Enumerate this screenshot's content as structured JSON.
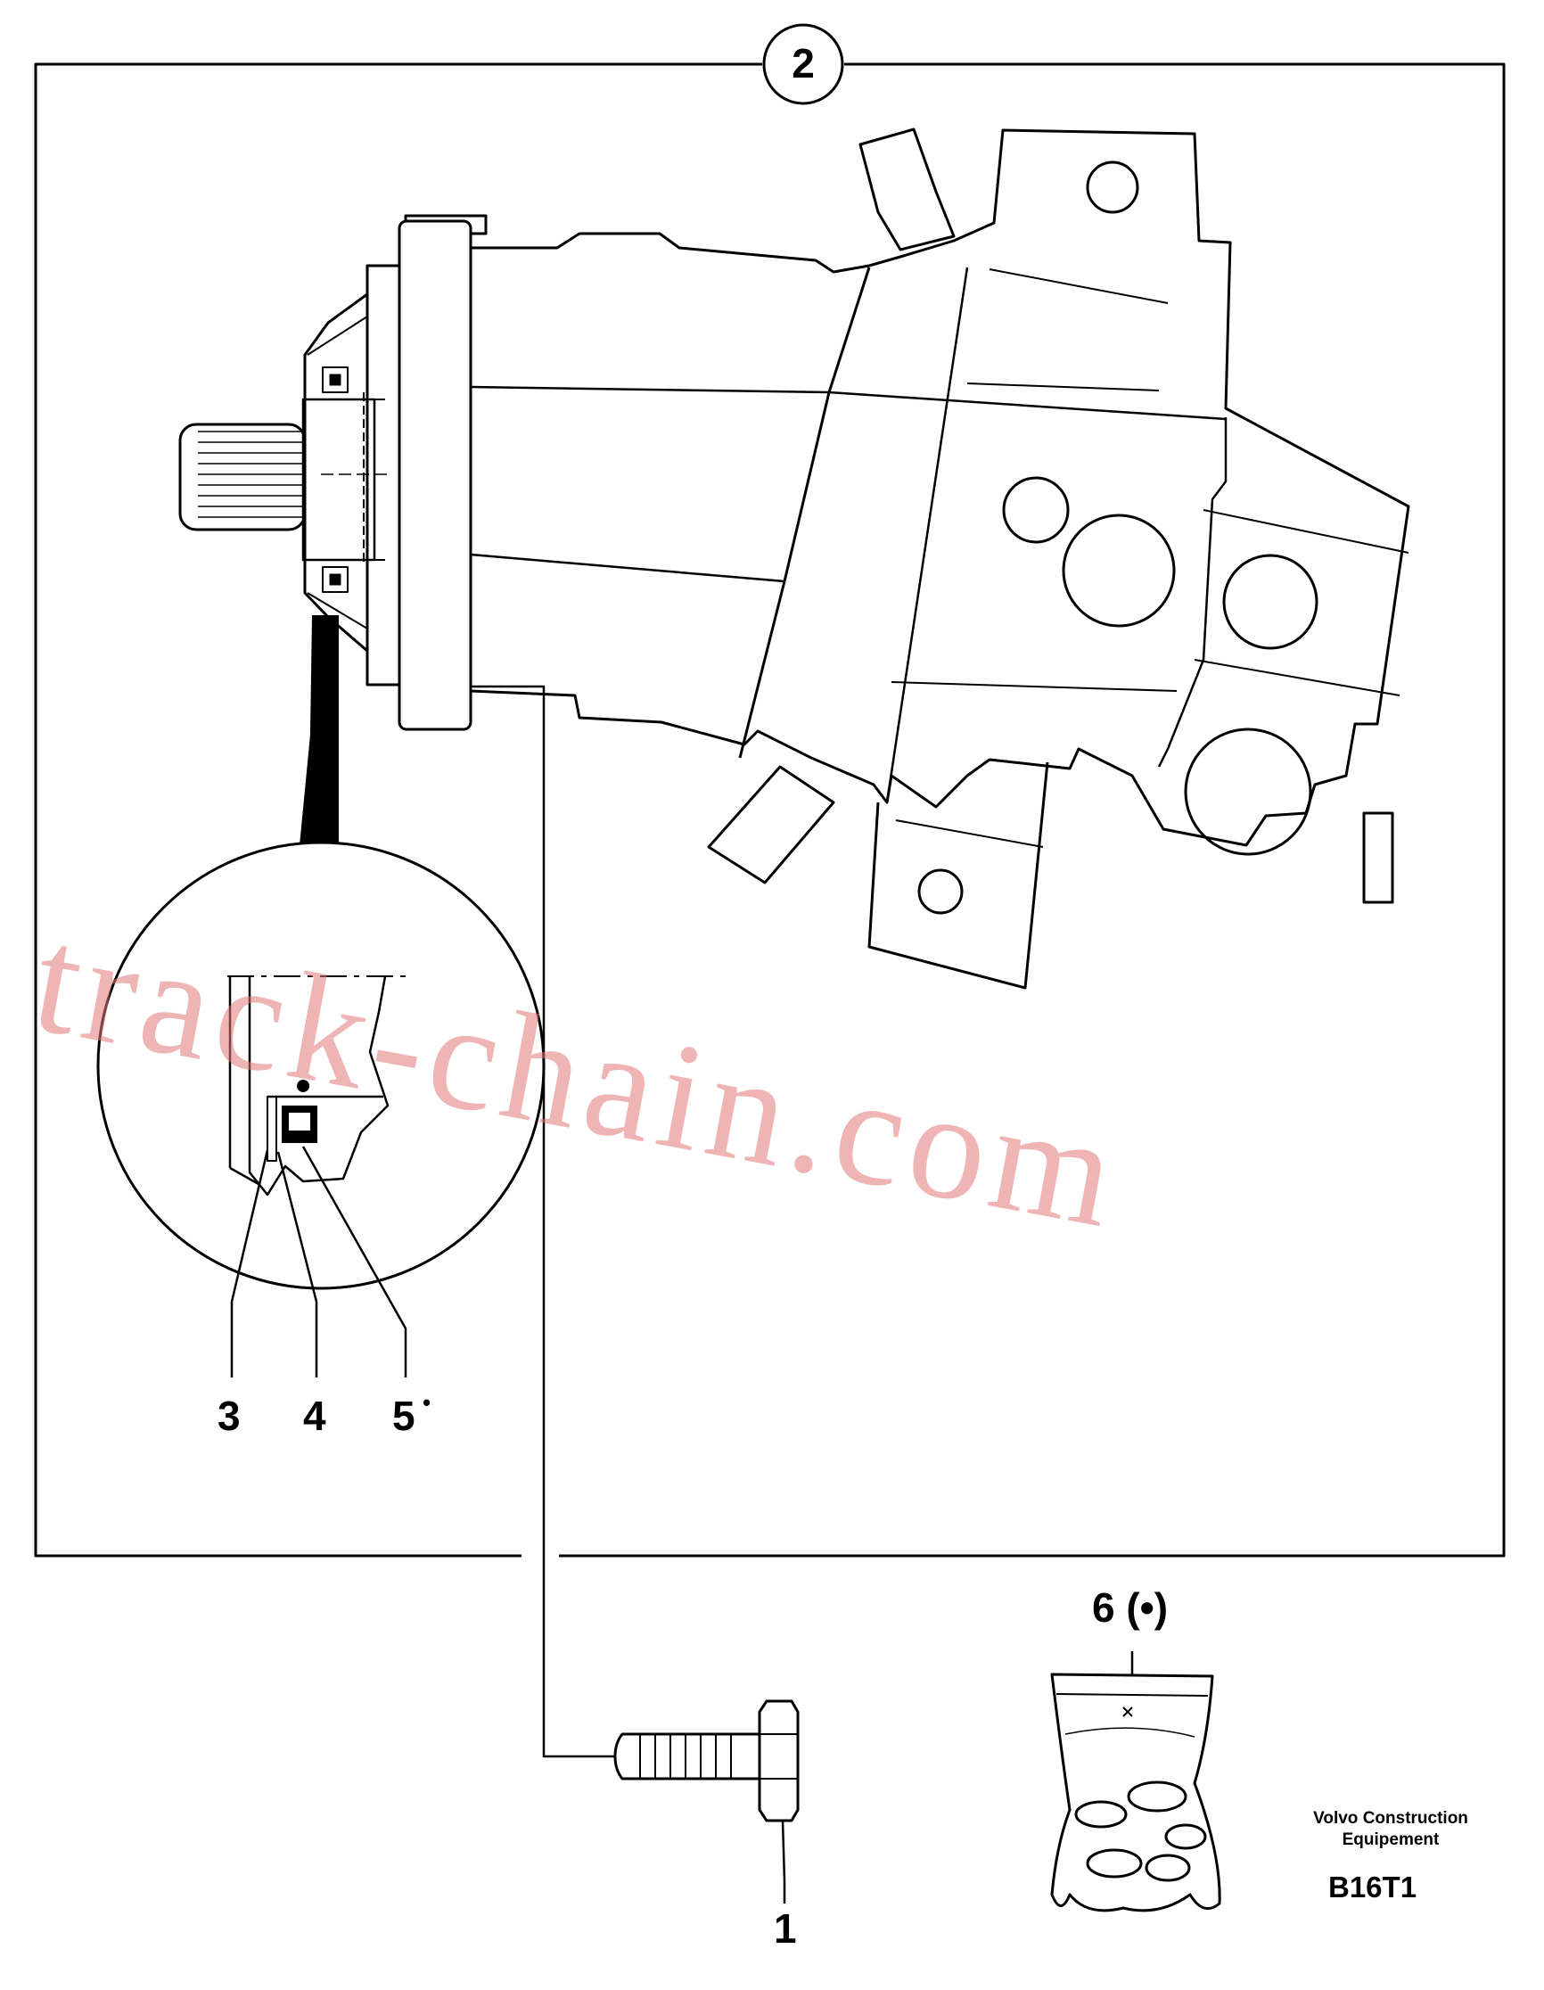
{
  "callouts": {
    "detail_group": "2",
    "item_1": "1",
    "item_3": "3",
    "item_4": "4",
    "item_5": "5",
    "item_5_mark": "•",
    "item_6": "6 (•)"
  },
  "footer": {
    "brand_line1": "Volvo Construction",
    "brand_line2": "Equipement",
    "figure_code": "B16T1"
  },
  "watermark": "track-chain.com",
  "colors": {
    "ink": "#000000",
    "watermark": "#e27878"
  }
}
